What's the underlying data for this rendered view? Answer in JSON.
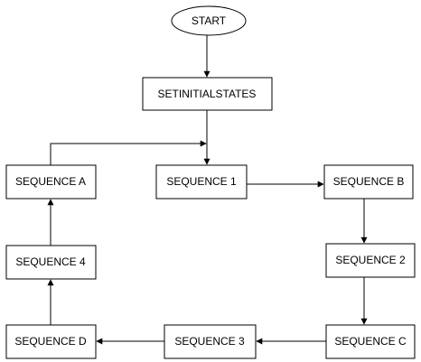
{
  "start": {
    "label": "START"
  },
  "init": {
    "label": "SETINITIALSTATES"
  },
  "sequences": {
    "seq_a": "SEQUENCE A",
    "seq_1": "SEQUENCE 1",
    "seq_b": "SEQUENCE B",
    "seq_4": "SEQUENCE 4",
    "seq_2": "SEQUENCE 2",
    "seq_d": "SEQUENCE D",
    "seq_3": "SEQUENCE 3",
    "seq_c": "SEQUENCE C"
  },
  "colors": {
    "stroke": "#000000",
    "background": "#ffffff"
  }
}
